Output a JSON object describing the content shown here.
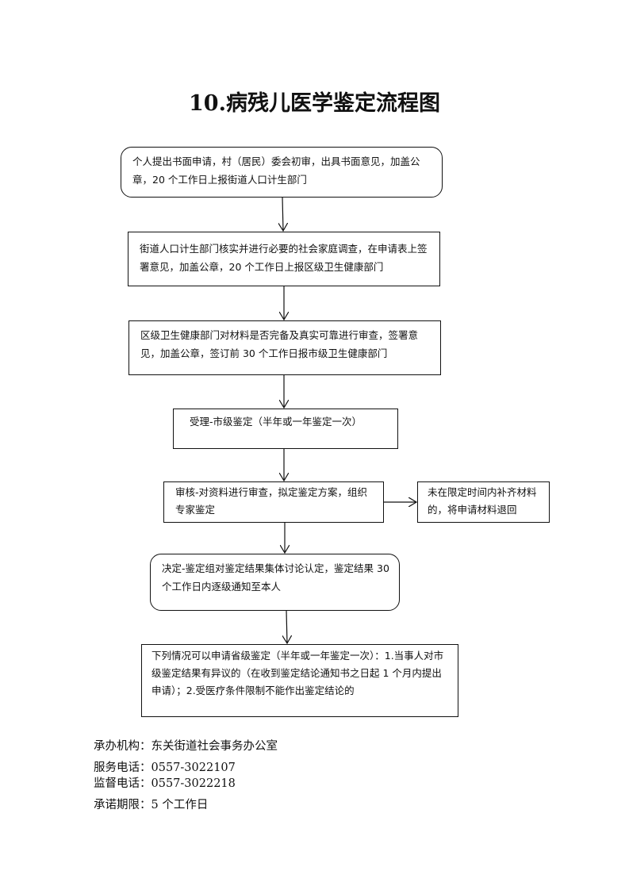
{
  "title": "10.病残儿医学鉴定流程图",
  "steps": [
    "个人提出书面申请，村（居民）委会初审，出具书面意见，加盖公章，20 个工作日上报街道人口计生部门",
    "街道人口计生部门核实并进行必要的社会家庭调查，在申请表上签署意见，加盖公章，20 个工作日上报区级卫生健康部门",
    "区级卫生健康部门对材料是否完备及真实可靠进行审查，签署意见，加盖公章，签订前 30 个工作日报市级卫生健康部门",
    "受理-市级鉴定（半年或一年鉴定一次）",
    "审核-对资料进行审查，拟定鉴定方案，组织专家鉴定",
    "决定-鉴定组对鉴定结果集体讨论认定，鉴定结果 30 个工作日内逐级通知至本人",
    "下列情况可以申请省级鉴定（半年或一年鉴定一次）：1.当事人对市级鉴定结果有异议的（在收到鉴定结论通知书之日起 1 个月内提出申请）；2.受医疗条件限制不能作出鉴定结论的"
  ],
  "side_branch": "未在限定时间内补齐材料的，将申请材料退回",
  "footer": [
    "承办机构：东关街道社会事务办公室",
    "服务电话：0557-3022107",
    "监督电话：0557-3022218",
    "承诺期限：5 个工作日"
  ]
}
